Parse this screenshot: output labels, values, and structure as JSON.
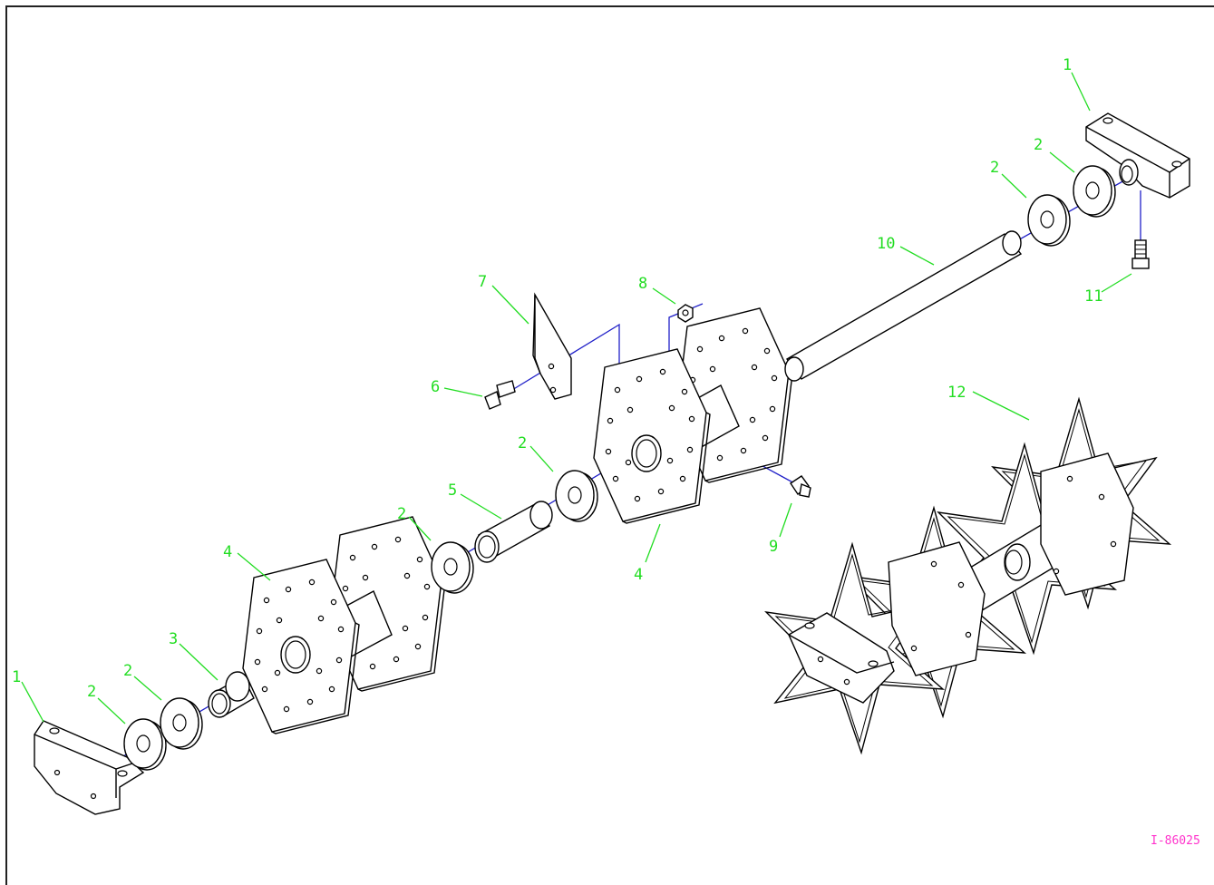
{
  "drawing": {
    "drawing_number": "I-86025",
    "colors": {
      "callouts": "#22dd22",
      "axis_lines": "#2020c8",
      "drawing_number": "#ff33cc",
      "linework": "#000000"
    }
  },
  "callouts": [
    {
      "label": "1",
      "part": "bracket-right"
    },
    {
      "label": "2",
      "part": "washer-right-upper"
    },
    {
      "label": "2",
      "part": "washer-right-lower"
    },
    {
      "label": "10",
      "part": "shaft"
    },
    {
      "label": "11",
      "part": "bolt-right"
    },
    {
      "label": "8",
      "part": "nut"
    },
    {
      "label": "7",
      "part": "scraper-blade"
    },
    {
      "label": "6",
      "part": "bolt-scraper"
    },
    {
      "label": "12",
      "part": "tine-assembly"
    },
    {
      "label": "2",
      "part": "washer-middle"
    },
    {
      "label": "5",
      "part": "spacer-tube"
    },
    {
      "label": "2",
      "part": "washer-left-middle"
    },
    {
      "label": "4",
      "part": "tine-hub-right"
    },
    {
      "label": "9",
      "part": "grease-fitting"
    },
    {
      "label": "4",
      "part": "tine-hub-left"
    },
    {
      "label": "3",
      "part": "bushing"
    },
    {
      "label": "2",
      "part": "washer-left-upper"
    },
    {
      "label": "2",
      "part": "washer-left-lower"
    },
    {
      "label": "1",
      "part": "bracket-left"
    }
  ]
}
